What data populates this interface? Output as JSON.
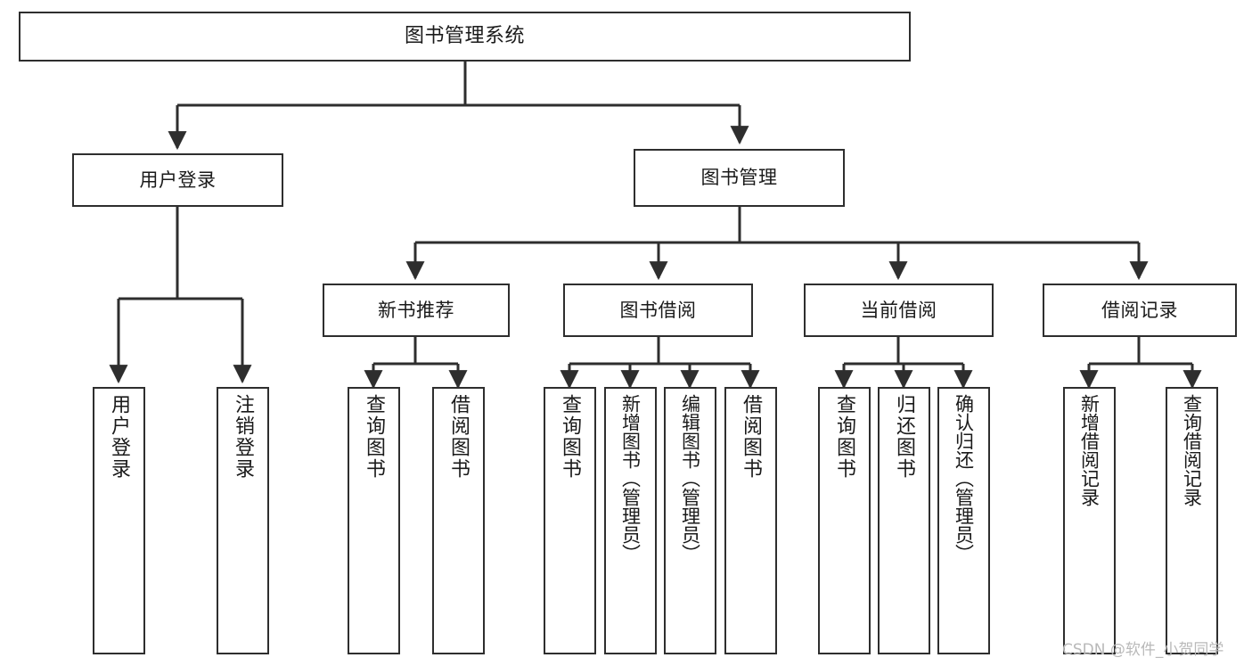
{
  "diagram": {
    "type": "tree",
    "title": "图书管理系统",
    "root": {
      "id": "root",
      "label": "图书管理系统"
    },
    "level2": [
      {
        "id": "user-login",
        "label": "用户登录"
      },
      {
        "id": "book-manage",
        "label": "图书管理"
      }
    ],
    "level3": [
      {
        "id": "new-book-recommend",
        "label": "新书推荐",
        "parent": "book-manage"
      },
      {
        "id": "book-borrow",
        "label": "图书借阅",
        "parent": "book-manage"
      },
      {
        "id": "current-borrow",
        "label": "当前借阅",
        "parent": "book-manage"
      },
      {
        "id": "borrow-record",
        "label": "借阅记录",
        "parent": "book-manage"
      }
    ],
    "leaves": [
      {
        "id": "leaf-user-login",
        "label": "用户登录",
        "parent": "user-login"
      },
      {
        "id": "leaf-logout-login",
        "label": "注销登录",
        "parent": "user-login"
      },
      {
        "id": "leaf-query-book-1",
        "label": "查询图书",
        "parent": "new-book-recommend"
      },
      {
        "id": "leaf-borrow-book-1",
        "label": "借阅图书",
        "parent": "new-book-recommend"
      },
      {
        "id": "leaf-query-book-2",
        "label": "查询图书",
        "parent": "book-borrow"
      },
      {
        "id": "leaf-add-book",
        "label": "新增图书（管理员）",
        "parent": "book-borrow"
      },
      {
        "id": "leaf-edit-book",
        "label": "编辑图书（管理员）",
        "parent": "book-borrow"
      },
      {
        "id": "leaf-borrow-book-2",
        "label": "借阅图书",
        "parent": "book-borrow"
      },
      {
        "id": "leaf-query-book-3",
        "label": "查询图书",
        "parent": "current-borrow"
      },
      {
        "id": "leaf-return-book",
        "label": "归还图书",
        "parent": "current-borrow"
      },
      {
        "id": "leaf-confirm-return",
        "label": "确认归还（管理员）",
        "parent": "current-borrow"
      },
      {
        "id": "leaf-add-record",
        "label": "新增借阅记录",
        "parent": "borrow-record"
      },
      {
        "id": "leaf-query-record",
        "label": "查询借阅记录",
        "parent": "borrow-record"
      }
    ],
    "colors": {
      "stroke": "#2e2e2e",
      "background": "#ffffff",
      "text": "#1a1a1a",
      "watermark": "#b9b9b9"
    }
  },
  "watermark": {
    "text": "CSDN @软件_小贺同学"
  }
}
